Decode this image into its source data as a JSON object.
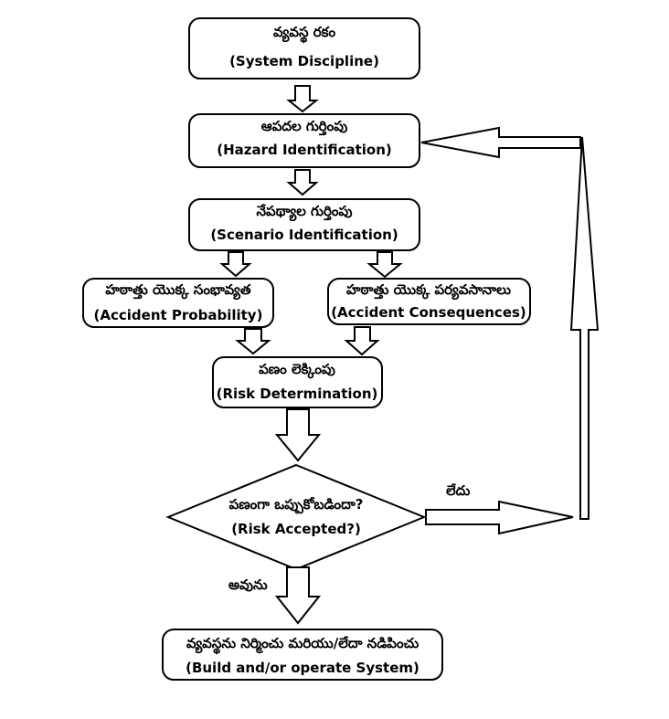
{
  "nodes": {
    "system_discipline": {
      "te": "వ్యవస్థ రకం",
      "en": "(System Discipline)"
    },
    "hazard_identification": {
      "te": "ఆపదల గుర్తింపు",
      "en": "(Hazard Identification)"
    },
    "scenario_identification": {
      "te": "నేపథ్యాల గుర్తింపు",
      "en": "(Scenario Identification)"
    },
    "accident_probability": {
      "te": "హఠాత్తు యొక్క సంభావ్యత",
      "en": "(Accident Probability)"
    },
    "accident_consequences": {
      "te": "హఠాత్తు యొక్క పర్యవసానాలు",
      "en": "(Accident Consequences)"
    },
    "risk_determination": {
      "te": "పణం లెక్కింపు",
      "en": "(Risk Determination)"
    },
    "risk_accepted": {
      "te": "పణంగా ఒప్పుకోబడిందా?",
      "en": "(Risk Accepted?)"
    },
    "build_operate": {
      "te": "వ్యవస్థను నిర్మించు మరియు/లేదా నడిపించు",
      "en": "(Build and/or operate System)"
    }
  },
  "edge_labels": {
    "no": "లేదు",
    "yes": "అవును"
  }
}
